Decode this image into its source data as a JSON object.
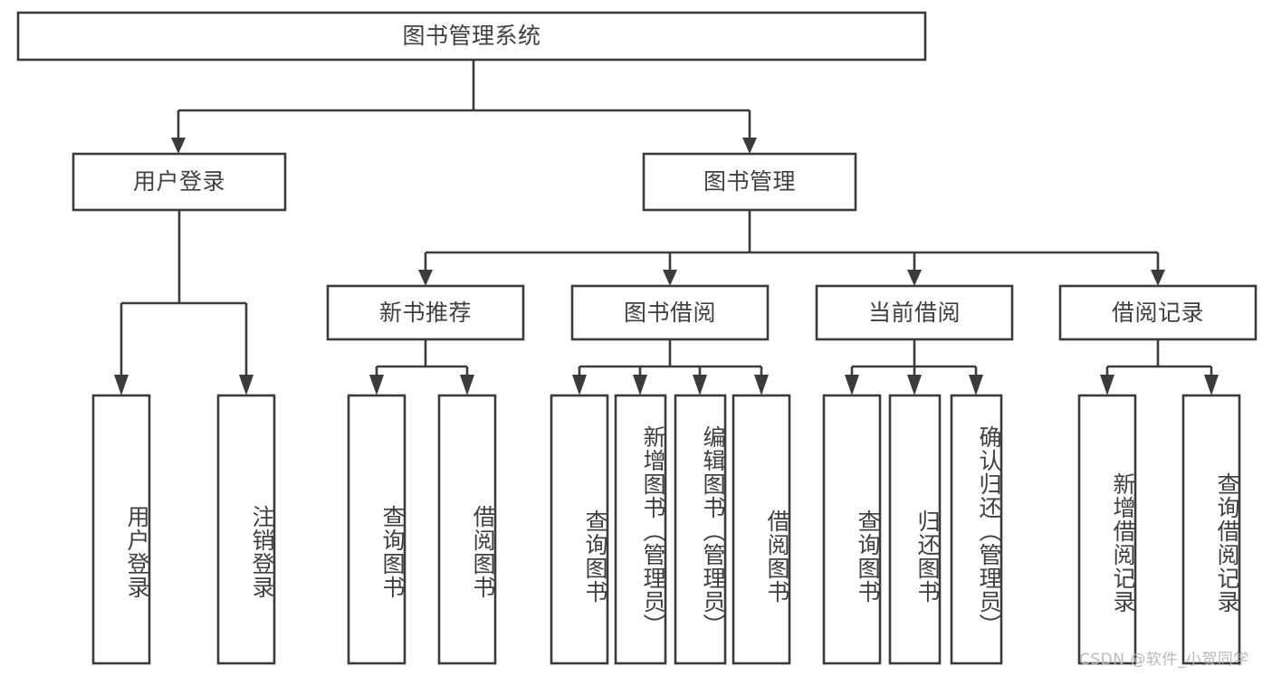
{
  "diagram": {
    "type": "tree-hierarchy",
    "orientation": "top-down",
    "root": {
      "id": "root",
      "label": "图书管理系统"
    },
    "level2": [
      {
        "id": "user-login",
        "label": "用户登录"
      },
      {
        "id": "book-management",
        "label": "图书管理"
      }
    ],
    "level3": [
      {
        "id": "new-book-recommend",
        "label": "新书推荐",
        "parent": "book-management"
      },
      {
        "id": "book-borrow",
        "label": "图书借阅",
        "parent": "book-management"
      },
      {
        "id": "current-borrow",
        "label": "当前借阅",
        "parent": "book-management"
      },
      {
        "id": "borrow-record",
        "label": "借阅记录",
        "parent": "book-management"
      }
    ],
    "leaves": [
      {
        "id": "leaf-user-login",
        "label": "用户登录",
        "parent": "user-login"
      },
      {
        "id": "leaf-logout",
        "label": "注销登录",
        "parent": "user-login"
      },
      {
        "id": "leaf-query-book-1",
        "label": "查询图书",
        "parent": "new-book-recommend"
      },
      {
        "id": "leaf-borrow-book-1",
        "label": "借阅图书",
        "parent": "new-book-recommend"
      },
      {
        "id": "leaf-query-book-2",
        "label": "查询图书",
        "parent": "book-borrow"
      },
      {
        "id": "leaf-add-book",
        "label": "新增图书（管理员）",
        "parent": "book-borrow"
      },
      {
        "id": "leaf-edit-book",
        "label": "编辑图书（管理员）",
        "parent": "book-borrow"
      },
      {
        "id": "leaf-borrow-book-2",
        "label": "借阅图书",
        "parent": "book-borrow"
      },
      {
        "id": "leaf-query-book-3",
        "label": "查询图书",
        "parent": "current-borrow"
      },
      {
        "id": "leaf-return-book",
        "label": "归还图书",
        "parent": "current-borrow"
      },
      {
        "id": "leaf-confirm-return",
        "label": "确认归还（管理员）",
        "parent": "current-borrow"
      },
      {
        "id": "leaf-add-record",
        "label": "新增借阅记录",
        "parent": "borrow-record"
      },
      {
        "id": "leaf-query-record",
        "label": "查询借阅记录",
        "parent": "borrow-record"
      }
    ]
  },
  "watermark": {
    "text": "CSDN @软件_小贺同学"
  },
  "colors": {
    "stroke": "#3b3b3b",
    "box_fill": "#ffffff",
    "text": "#404040",
    "background": "#ffffff",
    "watermark": "#b9b9b9"
  }
}
